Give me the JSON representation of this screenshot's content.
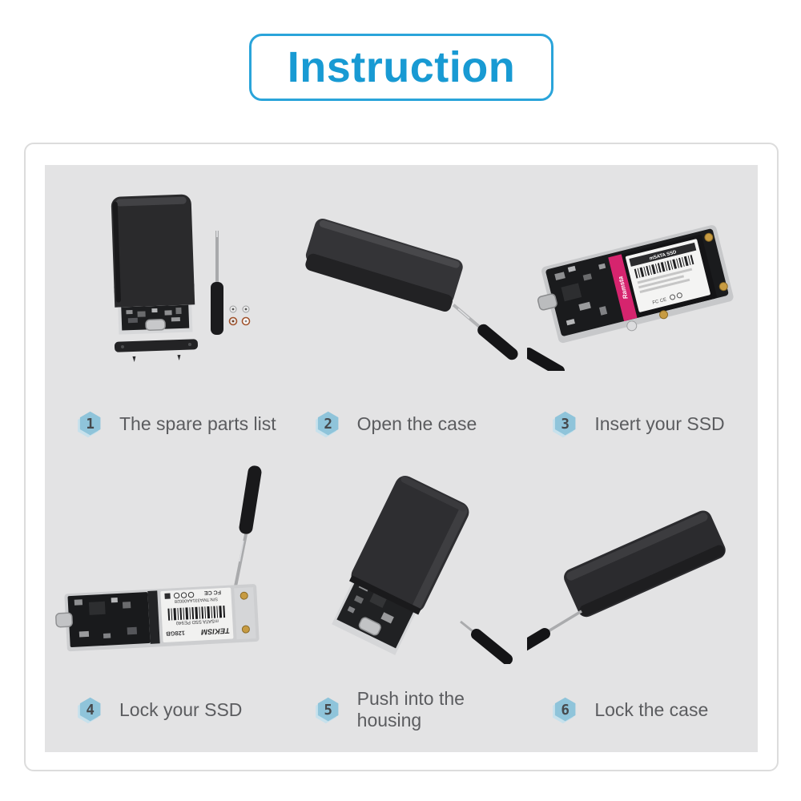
{
  "title": {
    "text": "Instruction",
    "color": "#189ad3",
    "border_color": "#2aa4da"
  },
  "panel": {
    "background": "#e3e3e4",
    "frame_border": "#dcdcdc"
  },
  "step_icon": {
    "shape": "hexagon",
    "front_color": "#8fc4da",
    "back_color": "#c7e1ec",
    "number_color": "#46494c"
  },
  "steps": [
    {
      "number": "1",
      "caption": "The spare parts list",
      "illustration": "open-enclosure-with-screwdriver-and-screws"
    },
    {
      "number": "2",
      "caption": "Open the case",
      "illustration": "closed-case-with-screwdriver"
    },
    {
      "number": "3",
      "caption": "Insert your SSD",
      "illustration": "adapter-board-with-msata-ssd"
    },
    {
      "number": "4",
      "caption": "Lock your SSD",
      "illustration": "board-with-ssd-and-vertical-screwdriver"
    },
    {
      "number": "5",
      "caption": "Push into the housing",
      "illustration": "board-sliding-into-case"
    },
    {
      "number": "6",
      "caption": "Lock the case",
      "illustration": "closed-case-with-screwdriver-at-corner"
    }
  ],
  "photo_labels": {
    "step3_ssd_brand": "Ramsta",
    "step3_ssd_title": "mSATA SSD",
    "step4_ssd_brand": "TEKISM",
    "step4_ssd_model": "mSATA SSD PE940",
    "step4_ssd_capacity": "128GB",
    "step4_ssd_serial": "S/N:TMA331AA00028",
    "cert_marks": "FC CE"
  }
}
